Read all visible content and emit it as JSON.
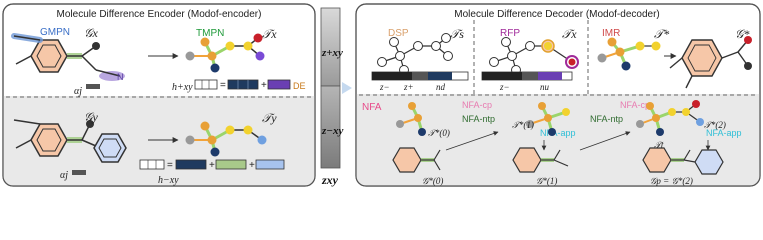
{
  "encoder": {
    "title": "Molecule Difference Encoder (Modof-encoder)",
    "gmpn": "GMPN",
    "tmpn": "TMPN",
    "gx": "𝒢x",
    "gy": "𝒢y",
    "tx": "𝒯x",
    "ty": "𝒯y",
    "alpha1": "αj",
    "alpha2": "αj",
    "h_plus": "h+xy",
    "h_minus": "h−xy",
    "eq": "=",
    "plus": "+",
    "de": "DE"
  },
  "middle": {
    "z_plus": "z+xy",
    "z_minus": "z−xy",
    "z": "zxy"
  },
  "decoder": {
    "title": "Molecule Difference Decoder (Modof-decoder)",
    "dsp": "DSP",
    "rfp": "RFP",
    "imr": "IMR",
    "ts": "𝒯s",
    "tx": "𝒯x",
    "tstar": "𝒯*",
    "gstar": "𝒢*",
    "z_minus": "z−",
    "z_plus": "z+",
    "n_d": "nd",
    "n_u": "nu",
    "nfa": "NFA",
    "nfa_cp": "NFA-cp",
    "nfa_cp2": "NFA-cp",
    "nfa_ntp": "NFA-ntp",
    "nfa_ntp2": "NFA-ntp",
    "nfa_app": "NFA-app",
    "nfa_app2": "NFA-app",
    "t0": "𝒯*(0)",
    "t1": "𝒯*(1)",
    "tt": "𝒯t",
    "t2": "𝒯*(2)",
    "g0": "𝒢*(0)",
    "g1": "𝒢*(1)",
    "gp": "𝒢p = 𝒢*(2)"
  }
}
